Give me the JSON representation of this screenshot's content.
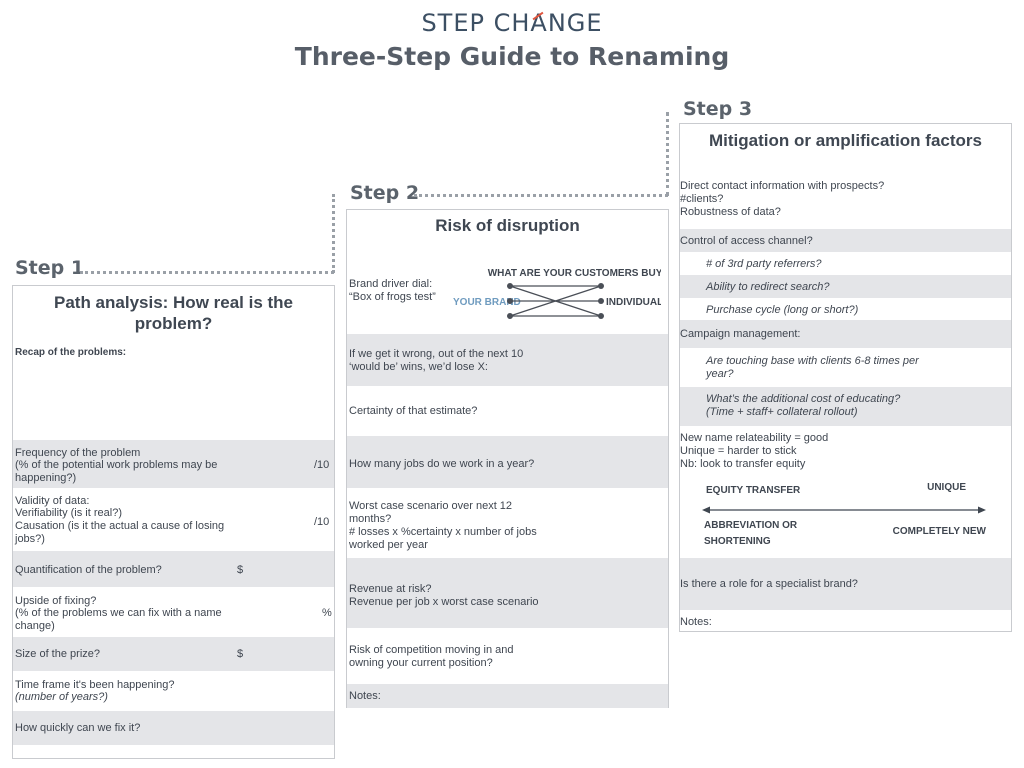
{
  "header": {
    "logo_text_left": "STEP CH",
    "logo_text_accent": "A",
    "logo_text_right": "NGE",
    "title": "Three-Step Guide to Renaming"
  },
  "colors": {
    "gray_row": "#e4e5e8",
    "border": "#c9cbcf",
    "brand_text": "#6f9bbf",
    "logo_accent": "#e0553e"
  },
  "step1": {
    "label": "Step 1",
    "title": "Path analysis: How real is the problem?",
    "recap": "Recap of the problems:",
    "frequency": "Frequency of the problem",
    "frequency_sub": "(% of the potential work problems may be happening?)",
    "frequency_score": "/10",
    "validity": "Validity of data:",
    "verifiability": "Verifiability (is it real?)",
    "causation": "Causation (is it the actual a cause of losing jobs?)",
    "validity_score": "/10",
    "quantification": "Quantification of the problem?",
    "quantification_unit": "$",
    "upside": "Upside of fixing?",
    "upside_sub": "(% of the problems we can fix with a name change)",
    "upside_unit": "%",
    "prize": "Size of the prize?",
    "prize_unit": "$",
    "timeframe": "Time frame it's been happening?",
    "timeframe_sub": "(number of years?)",
    "howquick": "How quickly can we fix it?"
  },
  "step2": {
    "label": "Step 2",
    "title": "Risk of disruption",
    "brand_driver": "Brand driver dial:",
    "box_of_frogs": "“Box of frogs test”",
    "diagram_title": "WHAT ARE YOUR CUSTOMERS BUYING?",
    "diagram_left": "YOUR BRAND",
    "diagram_right": "INDIVIDUALS",
    "wrong_1": "If we get it wrong, out of the next 10",
    "wrong_2": "‘would be’ wins, we’d lose X:",
    "certainty": "Certainty of that estimate?",
    "jobs": "How many jobs do we work in a year?",
    "worst_1": "Worst case scenario over next 12",
    "worst_2": "months?",
    "worst_3": "# losses x %certainty x number of jobs",
    "worst_4": "worked per year",
    "revenue_1": "Revenue at risk?",
    "revenue_2": "Revenue per job x worst case scenario",
    "competition_1": "Risk of competition moving in and",
    "competition_2": "owning your current position?",
    "notes": "Notes:"
  },
  "step3": {
    "label": "Step 3",
    "title": "Mitigation or amplification factors",
    "direct_1": "Direct contact information with prospects?",
    "direct_2": "#clients?",
    "direct_3": "Robustness of data?",
    "control": "Control of access channel?",
    "referrers": "# of 3rd party referrers?",
    "redirect": "Ability to redirect search?",
    "purchase": "Purchase cycle (long or short?)",
    "campaign": "Campaign management:",
    "touching_1": "Are touching base with clients 6-8 times per",
    "touching_2": "year?",
    "cost_1": "What’s the additional cost of educating?",
    "cost_2": "(Time + staff+ collateral rollout)",
    "relate_1": "New name relateability = good",
    "relate_2": "Unique = harder to stick",
    "relate_3": "Nb: look to transfer equity",
    "scale_equity": "EQUITY TRANSFER",
    "scale_unique": "UNIQUE",
    "scale_abbrev_1": "ABBREVIATION OR",
    "scale_abbrev_2": "SHORTENING",
    "scale_new": "COMPLETELY NEW",
    "specialist": "Is there a role for a specialist brand?",
    "notes": "Notes:"
  }
}
